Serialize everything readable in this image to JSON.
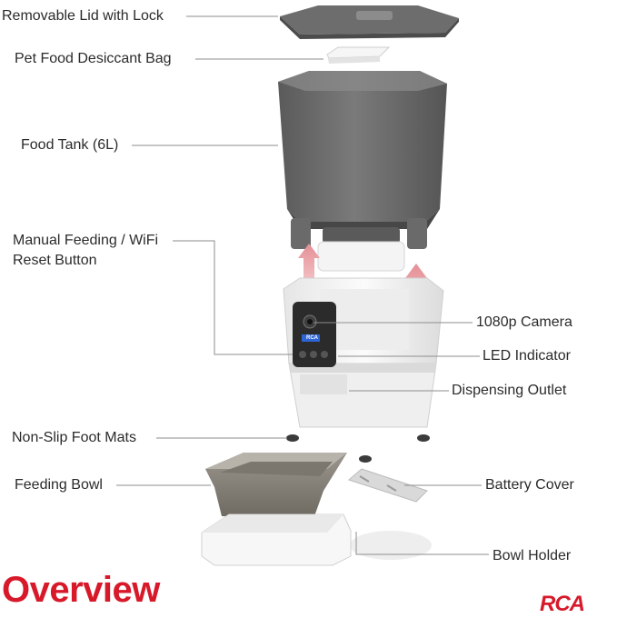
{
  "labels": {
    "lid": "Removable Lid with Lock",
    "desiccant": "Pet Food Desiccant Bag",
    "tank": "Food Tank (6L)",
    "manual_line1": "Manual Feeding / WiFi",
    "manual_line2": "Reset Button",
    "camera": "1080p Camera",
    "led": "LED Indicator",
    "outlet": "Dispensing Outlet",
    "mats": "Non-Slip Foot Mats",
    "bowl": "Feeding Bowl",
    "battery": "Battery Cover",
    "holder": "Bowl Holder"
  },
  "title": "Overview",
  "brand": "RCA",
  "device_badge": "RCA",
  "colors": {
    "accent": "#d7192a",
    "tank": "#6e6e6e",
    "body": "#f2f2f2",
    "arrow": "#e89a9f"
  }
}
